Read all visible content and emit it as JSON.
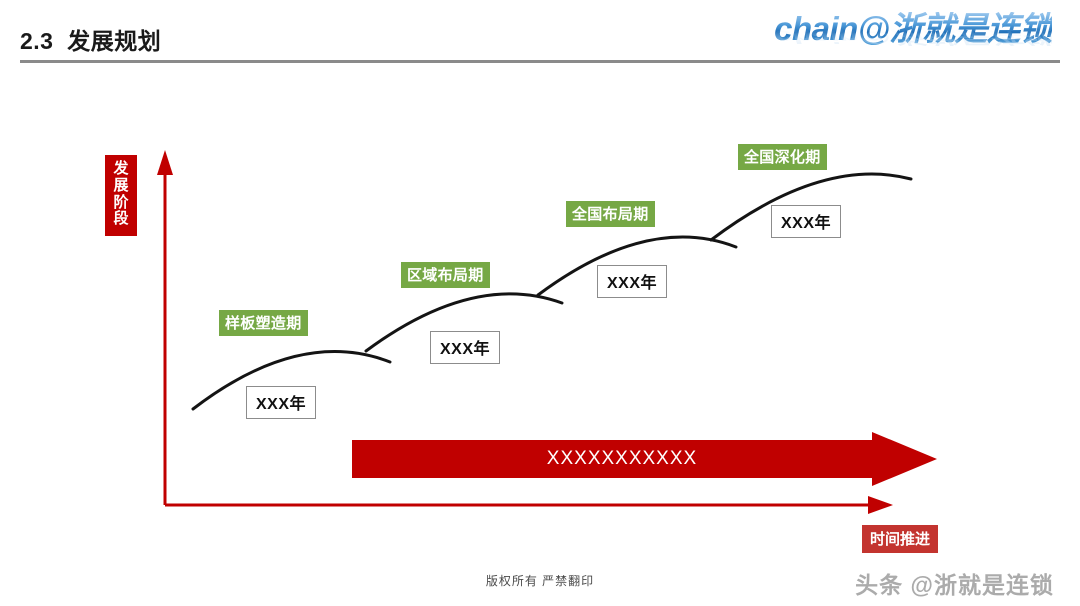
{
  "header": {
    "title": "2.3  发展规划",
    "logo_text": "chain@浙就是连锁"
  },
  "axes": {
    "y_label": "发展阶段",
    "y_label_chars": [
      "发",
      "展",
      "阶",
      "段"
    ],
    "x_label": "时间推进",
    "axis_color": "#C00000"
  },
  "stages": [
    {
      "label": "样板塑造期",
      "year": "XXX年"
    },
    {
      "label": "区域布局期",
      "year": "XXX年"
    },
    {
      "label": "全国布局期",
      "year": "XXX年"
    },
    {
      "label": "全国深化期",
      "year": "XXX年"
    }
  ],
  "progress_arrow": {
    "text": "XXXXXXXXXXX",
    "color": "#C00000"
  },
  "footer": {
    "copyright": "版权所有  严禁翻印",
    "watermark": "头条 @浙就是连锁"
  },
  "colors": {
    "stage_label_bg": "#76A845",
    "accent_red": "#C00000",
    "title_rule": "#8a8a8a",
    "curve": "#141414"
  },
  "chart_data": {
    "type": "line",
    "title": "2.3 发展规划",
    "xlabel": "时间推进",
    "ylabel": "发展阶段",
    "grid": false,
    "legend": "none",
    "description": "Four overlapping upward arcs forming a rising staircase growth curve, one per development stage.",
    "categories": [
      "样板塑造期",
      "区域布局期",
      "全国布局期",
      "全国深化期"
    ],
    "point_labels": [
      "XXX年",
      "XXX年",
      "XXX年",
      "XXX年"
    ],
    "series": [
      {
        "name": "发展阶段曲线",
        "arcs": [
          {
            "x0": 193,
            "y0": 408,
            "cx": 290,
            "cy": 330,
            "x1": 388,
            "y1": 360
          },
          {
            "x0": 368,
            "y0": 352,
            "cx": 462,
            "cy": 276,
            "x1": 558,
            "y1": 302
          },
          {
            "x0": 540,
            "y0": 296,
            "cx": 637,
            "cy": 218,
            "x1": 733,
            "y1": 245
          },
          {
            "x0": 713,
            "y0": 240,
            "cx": 812,
            "cy": 160,
            "x1": 910,
            "y1": 178
          }
        ]
      }
    ],
    "xlim": [
      150,
      900
    ],
    "ylim": [
      160,
      500
    ]
  }
}
